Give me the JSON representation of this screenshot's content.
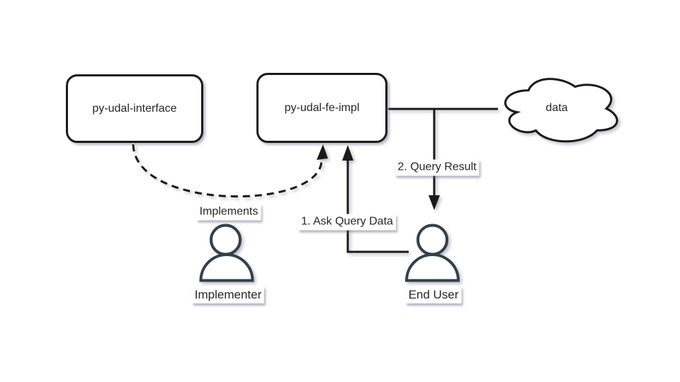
{
  "nodes": {
    "interface_box": {
      "label": "py-udal-interface"
    },
    "impl_box": {
      "label": "py-udal-fe-impl"
    },
    "data_cloud": {
      "label": "data"
    },
    "implementer": {
      "label": "Implementer"
    },
    "end_user": {
      "label": "End User"
    }
  },
  "edges": {
    "implements": {
      "label": "Implements"
    },
    "ask_query_data": {
      "label": "1. Ask Query Data"
    },
    "query_result": {
      "label": "2. Query Result"
    }
  },
  "colors": {
    "line": "#1a1a1a",
    "actor": "#33404a",
    "text": "#262626",
    "node_fill": "#ffffff",
    "label_bg": "#ffffff",
    "background": "#ffffff"
  }
}
